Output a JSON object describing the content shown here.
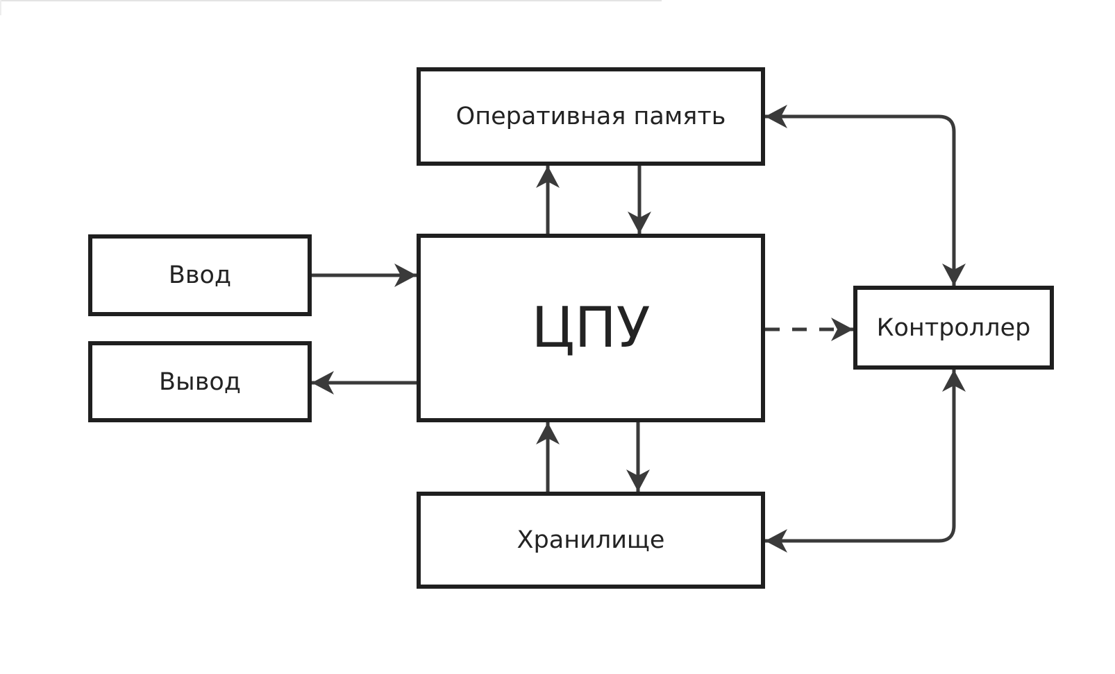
{
  "diagram": {
    "type": "block-diagram",
    "subject": "computer architecture",
    "nodes": {
      "ram": {
        "label": "Оперативная память"
      },
      "cpu": {
        "label": "ЦПУ"
      },
      "input": {
        "label": "Ввод"
      },
      "output": {
        "label": "Вывод"
      },
      "controller": {
        "label": "Контроллер"
      },
      "storage": {
        "label": "Хранилище"
      }
    },
    "edges": [
      {
        "from": "input",
        "to": "cpu",
        "style": "solid",
        "arrows": "end"
      },
      {
        "from": "cpu",
        "to": "output",
        "style": "solid",
        "arrows": "end"
      },
      {
        "from": "cpu",
        "to": "ram",
        "style": "solid",
        "arrows": "end"
      },
      {
        "from": "ram",
        "to": "cpu",
        "style": "solid",
        "arrows": "end"
      },
      {
        "from": "storage",
        "to": "cpu",
        "style": "solid",
        "arrows": "end"
      },
      {
        "from": "cpu",
        "to": "storage",
        "style": "solid",
        "arrows": "end"
      },
      {
        "from": "cpu",
        "to": "controller",
        "style": "dashed",
        "arrows": "end"
      },
      {
        "from": "controller",
        "to": "ram",
        "style": "solid",
        "arrows": "both"
      },
      {
        "from": "controller",
        "to": "storage",
        "style": "solid",
        "arrows": "both"
      }
    ],
    "colors": {
      "background": "#ffffff",
      "node_fill": "#ffffff",
      "node_border": "#1f1f1f",
      "arrow": "#3a3a3a",
      "text": "#232323"
    }
  }
}
